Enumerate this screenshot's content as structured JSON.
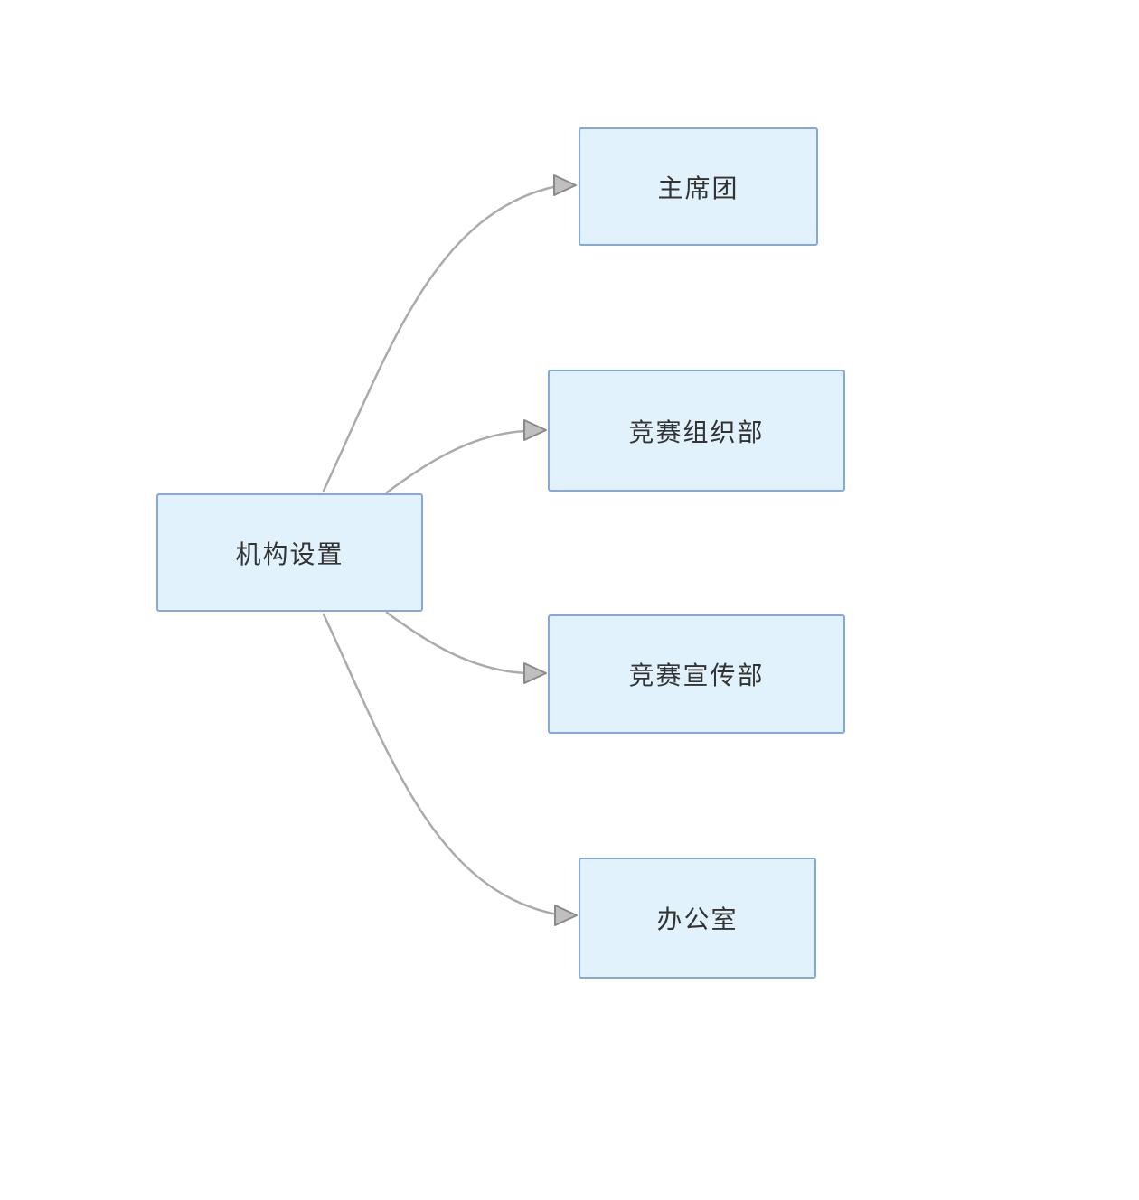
{
  "diagram": {
    "root": {
      "id": "root",
      "label": "机构设置"
    },
    "children": [
      {
        "id": "presidium",
        "label": "主席团"
      },
      {
        "id": "org-dept",
        "label": "竞赛组织部"
      },
      {
        "id": "publicity-dept",
        "label": "竞赛宣传部"
      },
      {
        "id": "office",
        "label": "办公室"
      }
    ],
    "edges": [
      {
        "from": "机构设置",
        "to": "主席团"
      },
      {
        "from": "机构设置",
        "to": "竞赛组织部"
      },
      {
        "from": "机构设置",
        "to": "竞赛宣传部"
      },
      {
        "from": "机构设置",
        "to": "办公室"
      }
    ],
    "colors": {
      "background": "#ffffff",
      "node_fill": "#e1f2fd",
      "node_border": "#85a8db",
      "edge": "#ababab",
      "arrow_fill": "#bfbfbf",
      "arrow_stroke": "#8a8a8a",
      "text": "#333333"
    }
  }
}
